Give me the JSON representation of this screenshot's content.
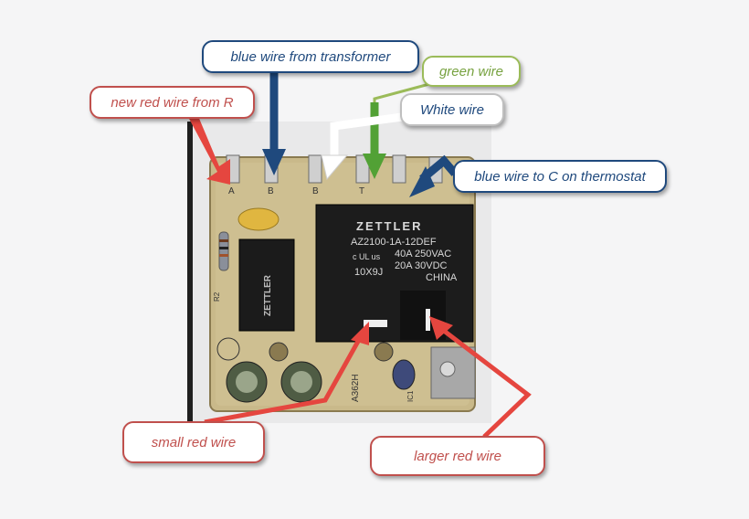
{
  "callouts": {
    "new_red_wire": "new red wire from R",
    "blue_wire_transformer": "blue wire from transformer",
    "green_wire": "green wire",
    "white_wire": "White wire",
    "blue_wire_c": "blue wire to C on thermostat",
    "small_red_wire": "small red wire",
    "larger_red_wire": "larger red wire"
  },
  "relay": {
    "brand": "ZETTLER",
    "model": "AZ2100-1A-12DEF",
    "rating_line1": "40A 250VAC",
    "rating_line2": "20A   30VDC",
    "marks": "c UL us",
    "code": "10X9J",
    "country": "CHINA"
  },
  "small_relay": {
    "brand": "ZETTLER"
  },
  "board": {
    "part_marking": "A362H",
    "terminal_a": "A",
    "terminal_b": "B",
    "terminal_b2": "B",
    "terminal_t": "T",
    "r2": "R2",
    "ic1": "IC1"
  },
  "colors": {
    "red": "#c0504d",
    "blue": "#1f497d",
    "green": "#9bbb59",
    "white": "#ffffff",
    "pcb": "#c9b98a"
  }
}
